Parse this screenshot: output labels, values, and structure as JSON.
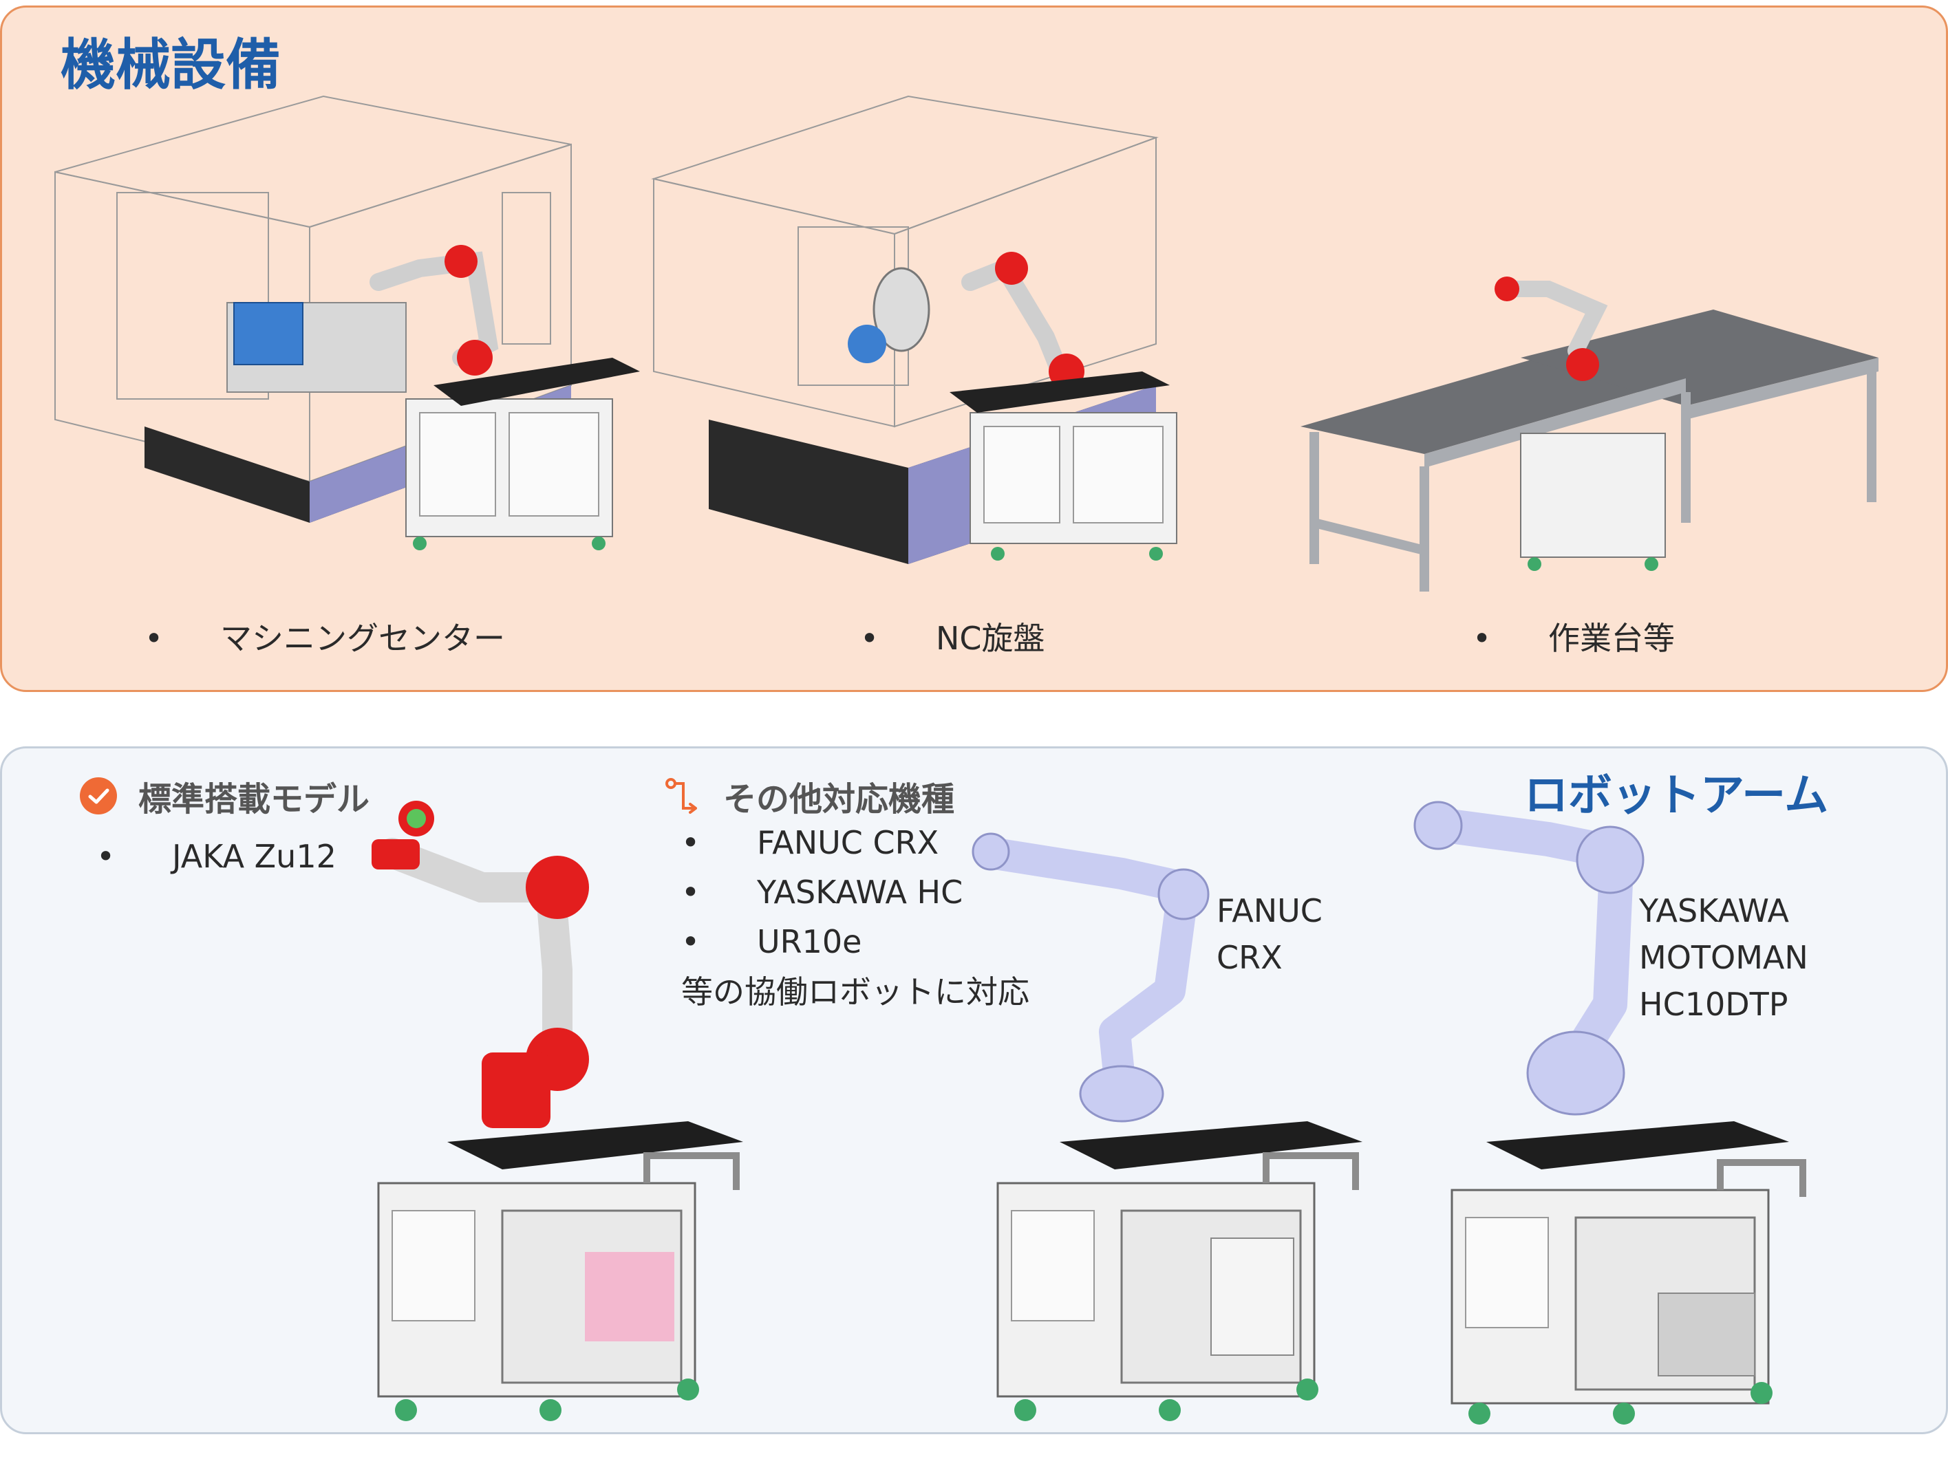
{
  "machine_section": {
    "title": "機械設備",
    "items": [
      {
        "bullet": "•",
        "label": "マシニングセンター"
      },
      {
        "bullet": "•",
        "label": "NC旋盤"
      },
      {
        "bullet": "•",
        "label": "作業台等"
      }
    ]
  },
  "robot_section": {
    "title": "ロボットアーム",
    "standard": {
      "heading": "標準搭載モデル",
      "items": [
        {
          "bullet": "•",
          "label": "JAKA Zu12"
        }
      ]
    },
    "others": {
      "heading": "その他対応機種",
      "items": [
        {
          "bullet": "•",
          "label": "FANUC CRX"
        },
        {
          "bullet": "•",
          "label": "YASKAWA HC"
        },
        {
          "bullet": "•",
          "label": "UR10e"
        }
      ],
      "note": "等の協働ロボットに対応"
    },
    "fanuc_label": [
      "FANUC",
      "CRX"
    ],
    "yaskawa_label": [
      "YASKAWA",
      "MOTOMAN",
      "HC10DTP"
    ]
  },
  "colors": {
    "accent_blue": "#1f5ea9",
    "accent_orange": "#ef6a35",
    "robot_red": "#e31e1e",
    "robot_lavender": "#c9cdf2"
  },
  "icons": [
    "check-circle-icon",
    "route-icon"
  ]
}
